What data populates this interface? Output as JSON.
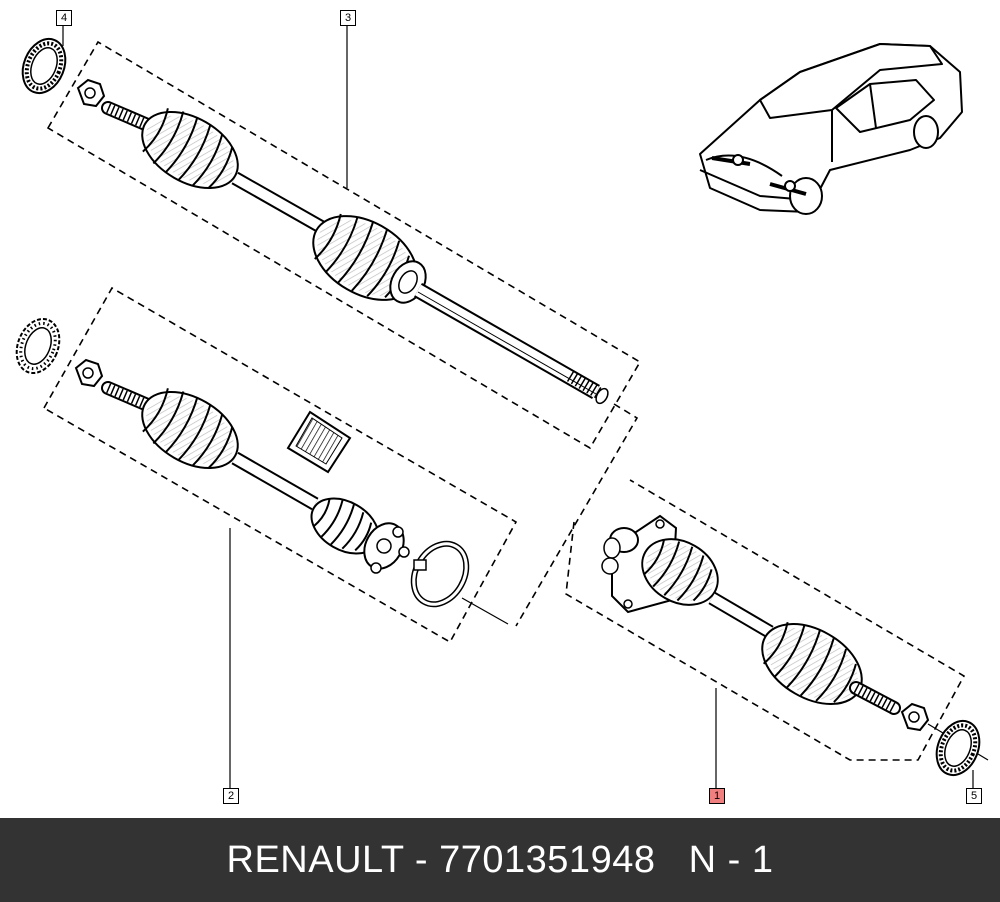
{
  "callouts": {
    "c1": "1",
    "c2": "2",
    "c3": "3",
    "c4": "4",
    "c5": "5"
  },
  "colors": {
    "highlight": "#f08080",
    "footer_bg": "#333333",
    "footer_text": "#ffffff"
  },
  "footer": {
    "text": "RENAULT - 7701351948   N - 1"
  }
}
